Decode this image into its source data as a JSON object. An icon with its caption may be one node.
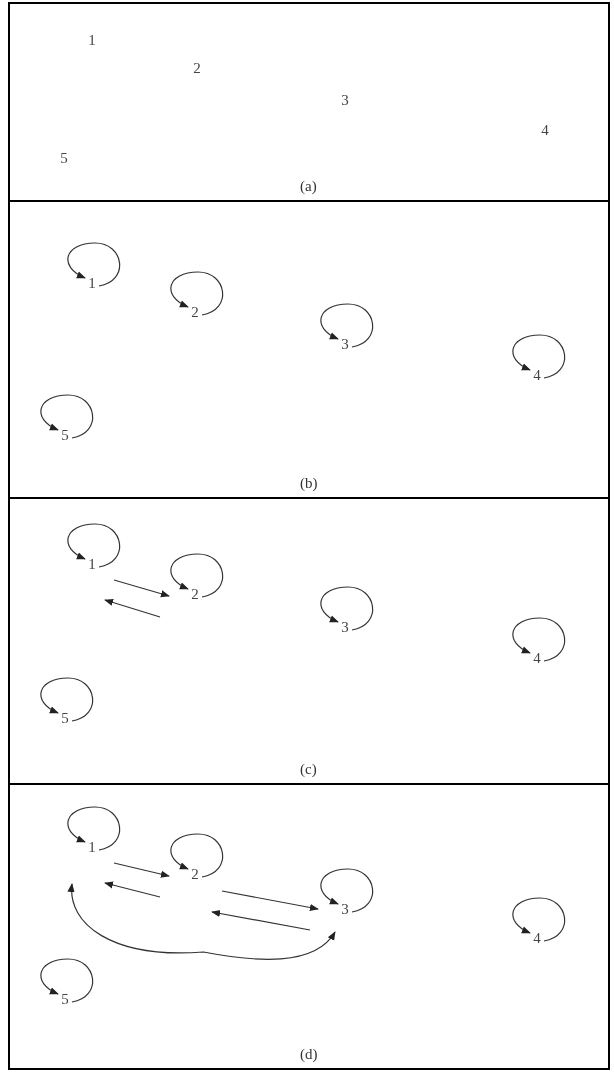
{
  "diagram": {
    "nodes": [
      {
        "text": [
          "(a)"
        ]
      },
      {
        "text": [
          "1"
        ],
        "in": 0
      },
      {
        "text": [
          "2"
        ],
        "in": 0
      },
      {
        "text": [
          "3"
        ],
        "in": 0
      },
      {
        "text": [
          "4"
        ],
        "in": 0
      },
      {
        "text": [
          "5"
        ],
        "in": 0
      },
      {
        "text": [
          "(b)"
        ]
      },
      {
        "text": [
          "1"
        ],
        "in": 6
      },
      {
        "text": [
          "2"
        ],
        "in": 6
      },
      {
        "text": [
          "3"
        ],
        "in": 6
      },
      {
        "text": [
          "4"
        ],
        "in": 6
      },
      {
        "text": [
          "5"
        ],
        "in": 6
      },
      {
        "text": [
          "(c)"
        ]
      },
      {
        "text": [
          "1"
        ],
        "in": 12
      },
      {
        "text": [
          "2"
        ],
        "in": 12
      },
      {
        "text": [
          "3"
        ],
        "in": 12
      },
      {
        "text": [
          "4"
        ],
        "in": 12
      },
      {
        "text": [
          "5"
        ],
        "in": 12
      },
      {
        "text": [
          "(d)"
        ]
      },
      {
        "text": [
          "1"
        ],
        "in": 18
      },
      {
        "text": [
          "2"
        ],
        "in": 18
      },
      {
        "text": [
          "3"
        ],
        "in": 18
      },
      {
        "text": [
          "4"
        ],
        "in": 18
      },
      {
        "text": [
          "5"
        ],
        "in": 18
      }
    ],
    "edges": [
      {
        "from": 7,
        "to": 7,
        "arrow": "to"
      },
      {
        "from": 8,
        "to": 8,
        "arrow": "to"
      },
      {
        "from": 9,
        "to": 9,
        "arrow": "to"
      },
      {
        "from": 10,
        "to": 10,
        "arrow": "to"
      },
      {
        "from": 11,
        "to": 11,
        "arrow": "to"
      },
      {
        "from": 13,
        "to": 13,
        "arrow": "to"
      },
      {
        "from": 14,
        "to": 14,
        "arrow": "to"
      },
      {
        "from": 15,
        "to": 15,
        "arrow": "to"
      },
      {
        "from": 16,
        "to": 16,
        "arrow": "to"
      },
      {
        "from": 17,
        "to": 17,
        "arrow": "to"
      },
      {
        "from": 13,
        "to": 14,
        "arrow": "to"
      },
      {
        "from": 14,
        "to": 13,
        "arrow": "to"
      },
      {
        "from": 19,
        "to": 19,
        "arrow": "to"
      },
      {
        "from": 20,
        "to": 20,
        "arrow": "to"
      },
      {
        "from": 21,
        "to": 21,
        "arrow": "to"
      },
      {
        "from": 22,
        "to": 22,
        "arrow": "to"
      },
      {
        "from": 23,
        "to": 23,
        "arrow": "to"
      },
      {
        "from": 19,
        "to": 20,
        "arrow": "to"
      },
      {
        "from": 20,
        "to": 19,
        "arrow": "to"
      },
      {
        "from": 20,
        "to": 21,
        "arrow": "to"
      },
      {
        "from": 21,
        "to": 20,
        "arrow": "to"
      },
      {
        "from": 21,
        "to": 19,
        "arrow": "both"
      }
    ]
  }
}
